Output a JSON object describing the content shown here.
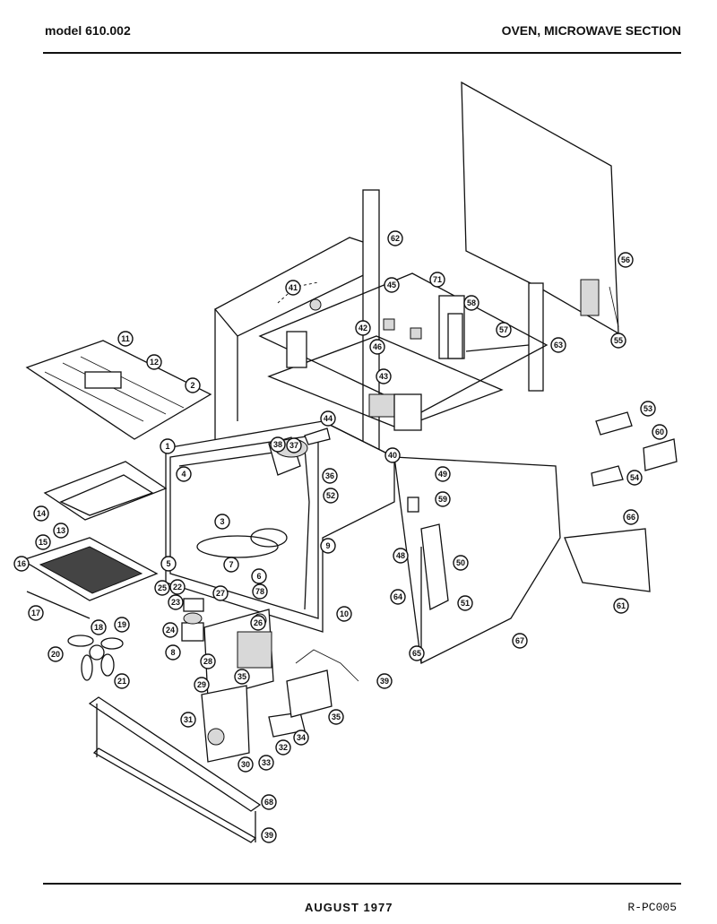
{
  "header": {
    "model": "model 610.002",
    "section": "OVEN, MICROWAVE SECTION"
  },
  "footer": {
    "date": "AUGUST  1977",
    "code": "R-PC005"
  },
  "callouts": [
    "11",
    "12",
    "2",
    "1",
    "4",
    "3",
    "5",
    "7",
    "6",
    "78",
    "9",
    "52",
    "38",
    "37",
    "36",
    "14",
    "13",
    "15",
    "16",
    "17",
    "18",
    "19",
    "20",
    "21",
    "22",
    "23",
    "24",
    "25",
    "8",
    "27",
    "26",
    "35",
    "28",
    "29",
    "31",
    "30",
    "33",
    "32",
    "34",
    "35",
    "39",
    "10",
    "64",
    "65",
    "51",
    "50",
    "48",
    "49",
    "59",
    "40",
    "44",
    "46",
    "43",
    "42",
    "41",
    "58",
    "45",
    "71",
    "62",
    "56",
    "55",
    "63",
    "57",
    "53",
    "60",
    "54",
    "66",
    "61",
    "67",
    "68",
    "39"
  ],
  "callout_icon": "numbered-circle-icon"
}
